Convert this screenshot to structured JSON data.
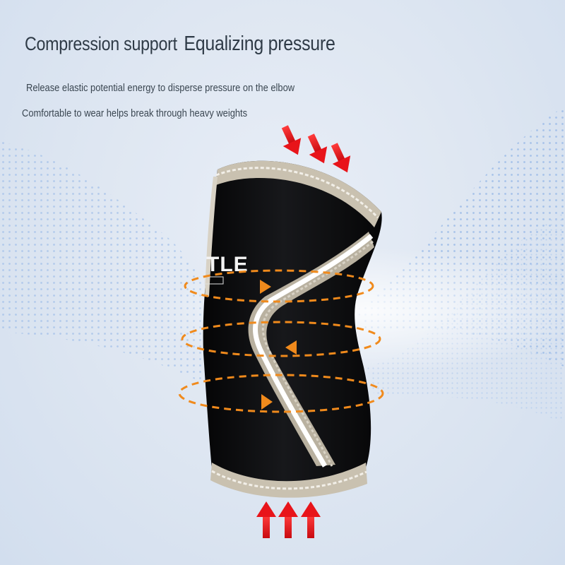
{
  "headline": {
    "part_a": "Compression support",
    "part_b": "Equalizing pressure"
  },
  "captions": [
    "Release elastic potential energy to disperse pressure on the elbow",
    "Comfortable to wear helps break through heavy weights"
  ],
  "product": {
    "name": "elbow sleeve",
    "sleeve_color": "#0c0c0e",
    "trim_color": "#c9c1b0",
    "print_fragment": "TLE"
  },
  "arrows": {
    "pressure_color": "#e8141a",
    "motion_color": "#f08a1c"
  }
}
